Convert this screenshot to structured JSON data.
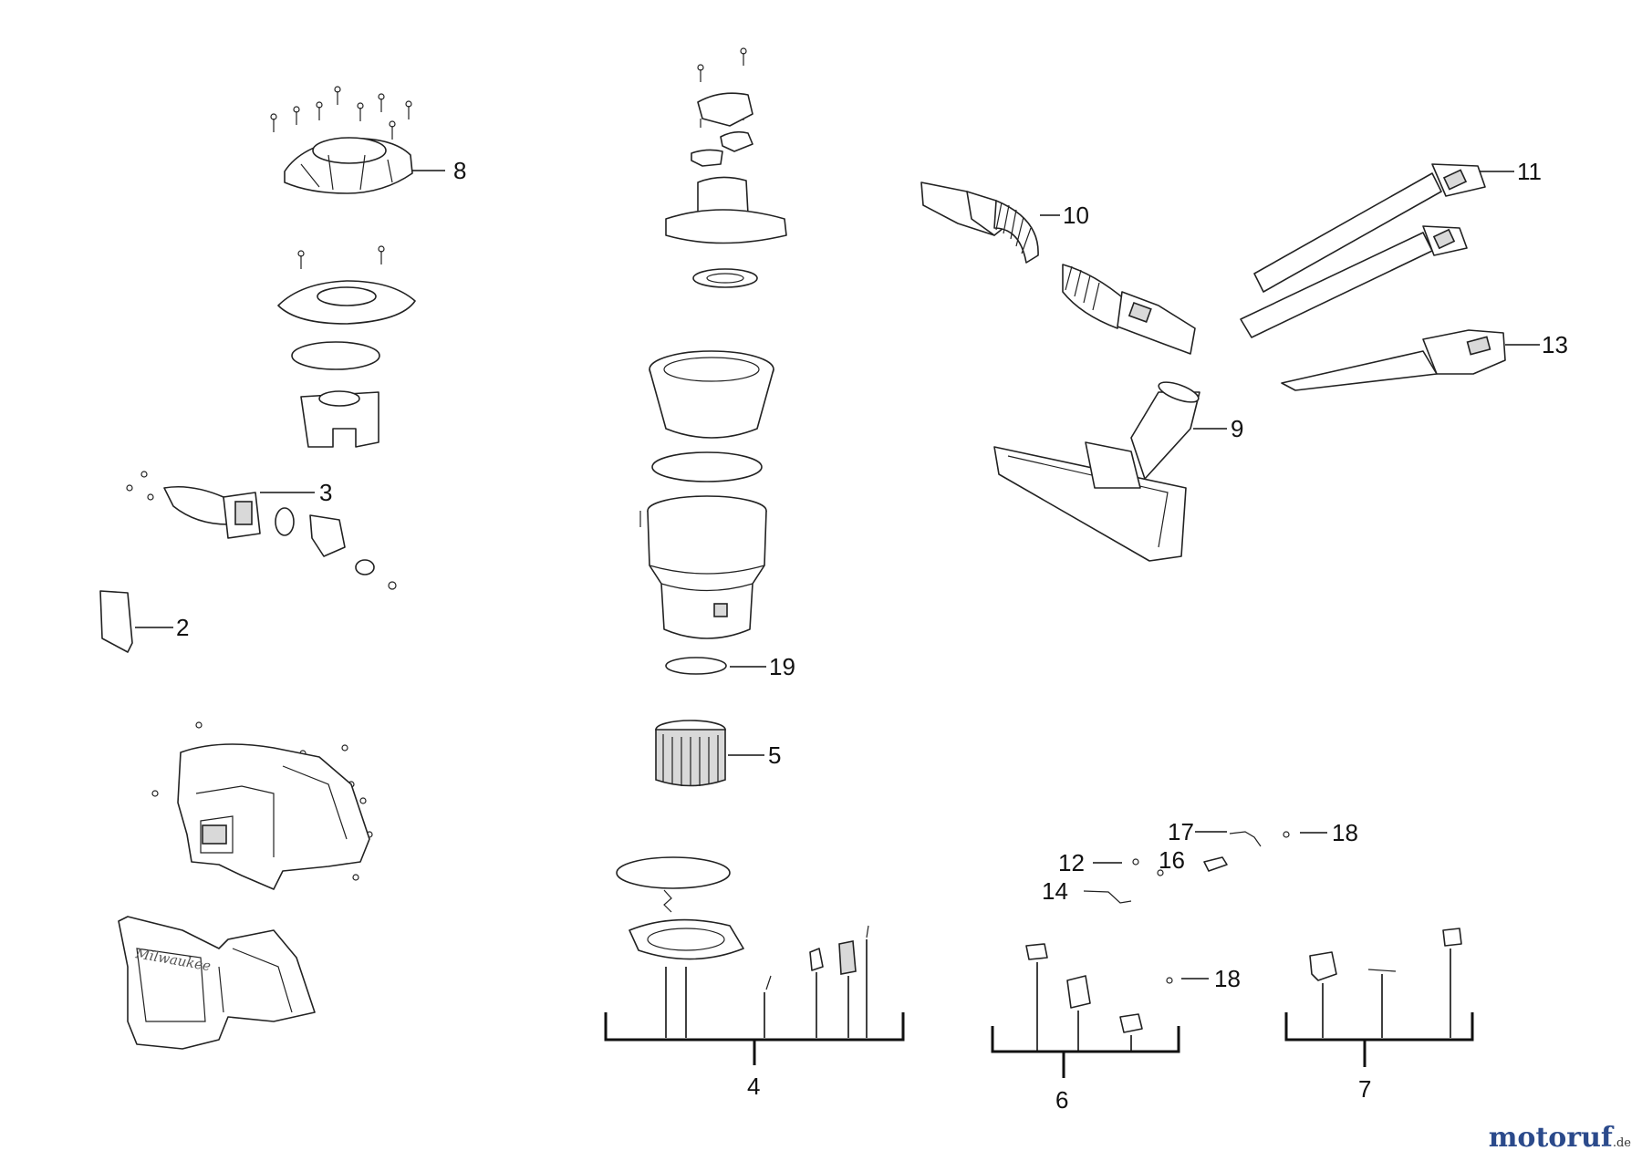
{
  "callouts": {
    "c2": "2",
    "c3": "3",
    "c4": "4",
    "c5": "5",
    "c6": "6",
    "c7": "7",
    "c8": "8",
    "c9": "9",
    "c10": "10",
    "c11": "11",
    "c12": "12",
    "c13": "13",
    "c14": "14",
    "c16": "16",
    "c17": "17",
    "c18a": "18",
    "c18b": "18",
    "c19": "19"
  },
  "watermark": {
    "brand": "motoruf",
    "tld": ".de"
  }
}
